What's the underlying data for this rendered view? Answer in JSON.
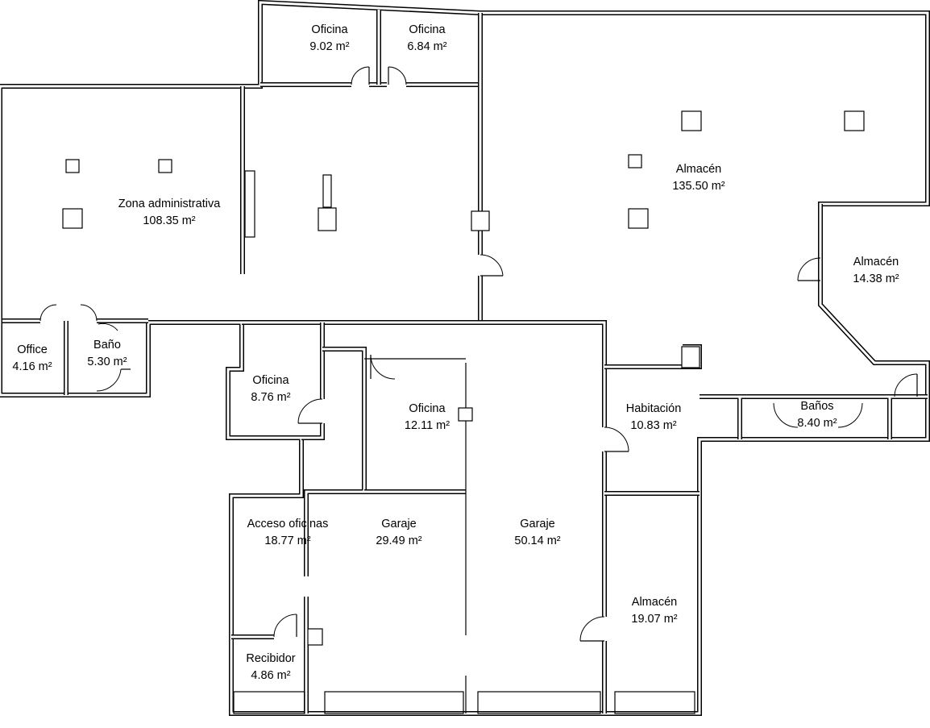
{
  "rooms": [
    {
      "id": "oficina-1",
      "name": "Oficina",
      "area": "9.02 m²"
    },
    {
      "id": "oficina-2",
      "name": "Oficina",
      "area": "6.84 m²"
    },
    {
      "id": "almacen-1",
      "name": "Almacén",
      "area": "135.50 m²"
    },
    {
      "id": "zona-admin",
      "name": "Zona administrativa",
      "area": "108.35 m²"
    },
    {
      "id": "almacen-2",
      "name": "Almacén",
      "area": "14.38 m²"
    },
    {
      "id": "office",
      "name": "Office",
      "area": "4.16 m²"
    },
    {
      "id": "bano",
      "name": "Baño",
      "area": "5.30 m²"
    },
    {
      "id": "oficina-3",
      "name": "Oficina",
      "area": "8.76 m²"
    },
    {
      "id": "oficina-4",
      "name": "Oficina",
      "area": "12.11 m²"
    },
    {
      "id": "habitacion",
      "name": "Habitación",
      "area": "10.83 m²"
    },
    {
      "id": "banos",
      "name": "Baños",
      "area": "8.40 m²"
    },
    {
      "id": "acceso",
      "name": "Acceso oficinas",
      "area": "18.77 m²"
    },
    {
      "id": "garaje-1",
      "name": "Garaje",
      "area": "29.49 m²"
    },
    {
      "id": "garaje-2",
      "name": "Garaje",
      "area": "50.14 m²"
    },
    {
      "id": "almacen-3",
      "name": "Almacén",
      "area": "19.07 m²"
    },
    {
      "id": "recibidor",
      "name": "Recibidor",
      "area": "4.86 m²"
    }
  ]
}
